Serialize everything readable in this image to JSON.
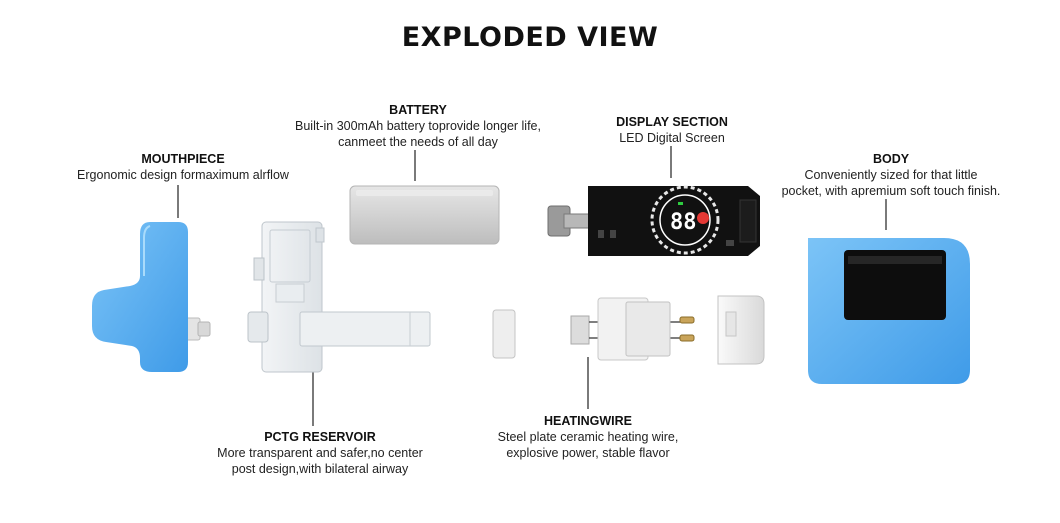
{
  "title": "EXPLODED VIEW",
  "parts": {
    "battery": {
      "name": "BATTERY",
      "desc1": "Built-in 300mAh battery toprovide longer life,",
      "desc2": "canmeet the needs of all day"
    },
    "display": {
      "name": "DISPLAY SECTION",
      "desc1": "LED Digital Screen"
    },
    "mouthpiece": {
      "name": "MOUTHPIECE",
      "desc1": "Ergonomic design formaximum alrflow"
    },
    "body": {
      "name": "BODY",
      "desc1": "Conveniently sized for that little",
      "desc2": "pocket, with apremium soft touch finish."
    },
    "reservoir": {
      "name": "PCTG RESERVOIR",
      "desc1": "More transparent and safer,no center",
      "desc2": "post design,with bilateral airway"
    },
    "heating": {
      "name": "HEATINGWIRE",
      "desc1": "Steel plate ceramic heating wire,",
      "desc2": "explosive power, stable flavor"
    }
  },
  "screen": {
    "digits": "88"
  },
  "colors": {
    "blue": "#4aa8f0",
    "display_black": "#111111",
    "battery_gray": "#cfcfcf",
    "accent_red": "#e53935",
    "accent_green": "#2ecc40"
  }
}
